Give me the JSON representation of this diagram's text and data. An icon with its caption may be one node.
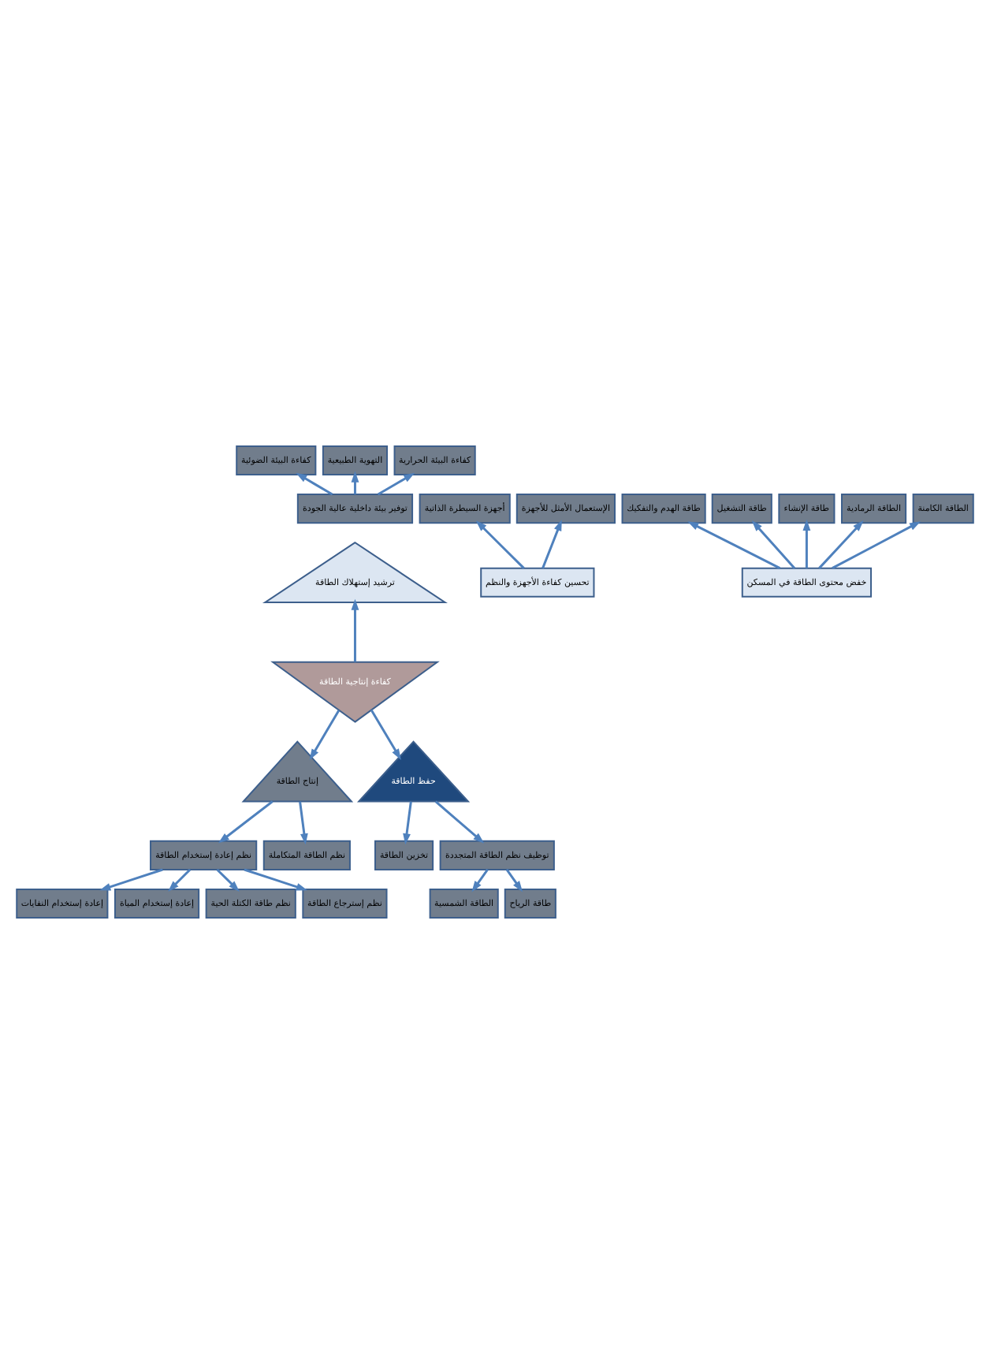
{
  "diagram": {
    "nodes": [
      {
        "text": [
          "كفاءة البيئة الضوئية"
        ]
      },
      {
        "text": [
          "التهوية الطبيعية"
        ]
      },
      {
        "text": [
          "كفاءة البيئة الحرارية"
        ]
      },
      {
        "text": [
          "أجهزة السيطرة الذاتية"
        ]
      },
      {
        "text": [
          "الإستعمال الأمثل للأجهزة"
        ]
      },
      {
        "text": [
          "توفير بيئة داخلية عالية الجودة"
        ]
      },
      {
        "text": [
          "طاقة الهدم والتفكيك"
        ]
      },
      {
        "text": [
          "طاقة التشغيل"
        ]
      },
      {
        "text": [
          "طاقة الإنشاء"
        ]
      },
      {
        "text": [
          "الطاقة الرمادية"
        ]
      },
      {
        "text": [
          "الطاقة الكامنة"
        ]
      },
      {
        "text": [
          "تحسين كفاءة الأجهزة والنظم"
        ]
      },
      {
        "text": [
          "ترشيد إستهلاك الطاقة"
        ]
      },
      {
        "text": [
          "خفض محتوى الطاقة في المسكن"
        ]
      },
      {
        "text": [
          "كفاءة إنتاجية الطاقة"
        ]
      },
      {
        "text": [
          "إنتاج الطاقة"
        ]
      },
      {
        "text": [
          "حفظ الطاقة"
        ]
      },
      {
        "text": [
          "إعادة إستخدام النفايات"
        ]
      },
      {
        "text": [
          "نظم إعادة إستخدام الطاقة"
        ]
      },
      {
        "text": [
          "نظم الطاقة المتكاملة"
        ]
      },
      {
        "text": [
          "تخزين الطاقة"
        ]
      },
      {
        "text": [
          "توظيف نظم الطاقة المتجددة"
        ]
      },
      {
        "text": [
          "الطاقة الشمسية"
        ]
      },
      {
        "text": [
          "إعادة إستخدام المياة"
        ]
      },
      {
        "text": [
          "نظم طاقة الكتلة الحية"
        ]
      },
      {
        "text": [
          "طاقة الرياح"
        ]
      },
      {
        "text": [
          "نظم إسترجاع الطاقة"
        ]
      }
    ],
    "edges": [
      {
        "from": 5,
        "to": 0,
        "arrow": "to"
      },
      {
        "from": 5,
        "to": 1,
        "arrow": "to"
      },
      {
        "from": 5,
        "to": 2,
        "arrow": "to"
      },
      {
        "from": 11,
        "to": 3,
        "arrow": "to"
      },
      {
        "from": 11,
        "to": 4,
        "arrow": "to"
      },
      {
        "from": 13,
        "to": 6,
        "arrow": "to"
      },
      {
        "from": 13,
        "to": 7,
        "arrow": "to"
      },
      {
        "from": 13,
        "to": 8,
        "arrow": "to"
      },
      {
        "from": 13,
        "to": 9,
        "arrow": "to"
      },
      {
        "from": 13,
        "to": 10,
        "arrow": "to"
      },
      {
        "from": 14,
        "to": 12,
        "arrow": "to"
      },
      {
        "from": 14,
        "to": 15,
        "arrow": "to"
      },
      {
        "from": 14,
        "to": 16,
        "arrow": "to"
      },
      {
        "from": 15,
        "to": 18,
        "arrow": "to"
      },
      {
        "from": 15,
        "to": 19,
        "arrow": "to"
      },
      {
        "from": 16,
        "to": 20,
        "arrow": "to"
      },
      {
        "from": 16,
        "to": 21,
        "arrow": "to"
      },
      {
        "from": 18,
        "to": 17,
        "arrow": "to"
      },
      {
        "from": 18,
        "to": 23,
        "arrow": "to"
      },
      {
        "from": 18,
        "to": 24,
        "arrow": "to"
      },
      {
        "from": 18,
        "to": 26,
        "arrow": "to"
      },
      {
        "from": 21,
        "to": 22,
        "arrow": "to"
      },
      {
        "from": 21,
        "to": 25,
        "arrow": "to"
      }
    ]
  }
}
